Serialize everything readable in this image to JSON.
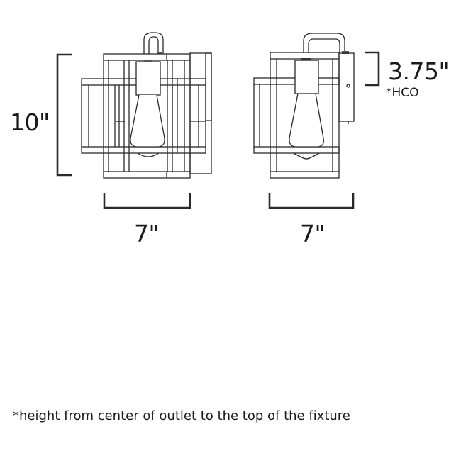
{
  "diagram": {
    "title": "",
    "views": [
      {
        "name": "front-view",
        "height_label": "10\"",
        "width_label": "7\""
      },
      {
        "name": "side-view",
        "width_label": "7\"",
        "hco_label": "3.75\"",
        "hco_note": "*HCO"
      }
    ],
    "footnote": "*height from center of outlet to the top of the fixture",
    "colors": {
      "line": "#2a2a2a",
      "background": "#ffffff"
    }
  }
}
